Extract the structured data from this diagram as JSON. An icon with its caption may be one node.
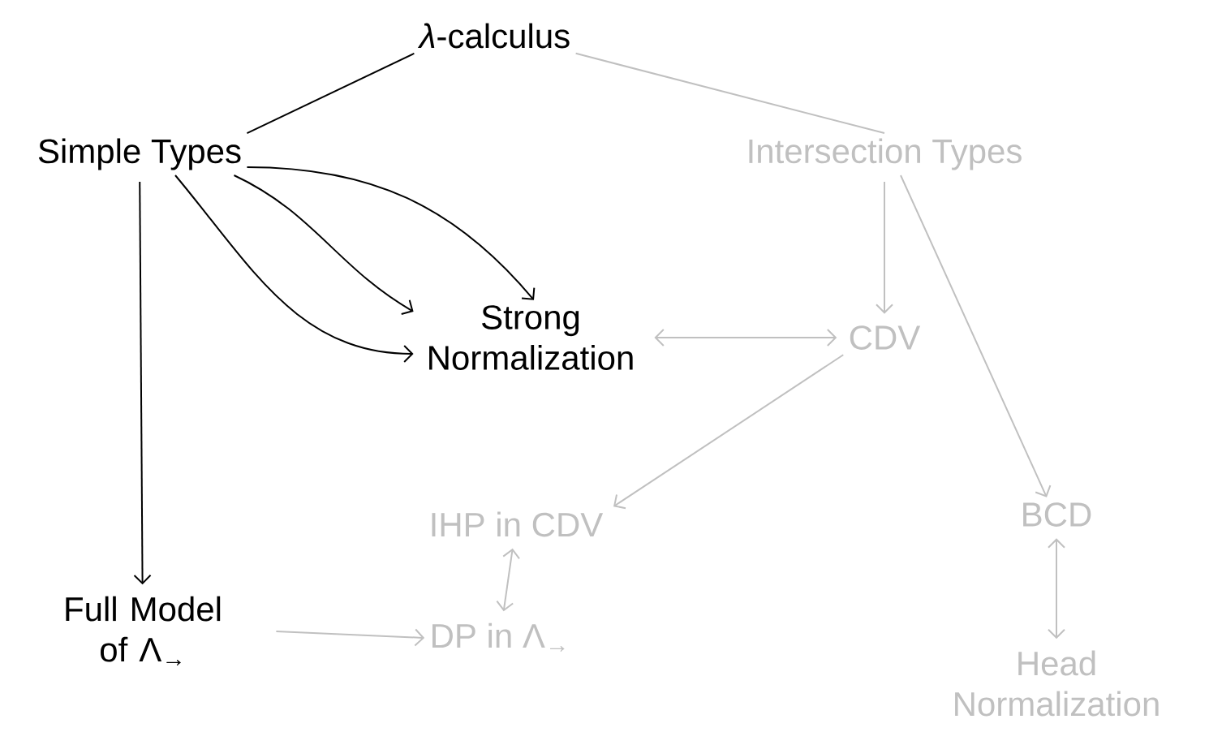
{
  "diagram": {
    "nodes": [
      {
        "text": [
          "*λ*-calculus"
        ]
      },
      {
        "text": [
          "Simple Types"
        ]
      },
      {
        "text": [
          "Intersection Types"
        ]
      },
      {
        "text": [
          "Strong Normalization"
        ]
      },
      {
        "text": [
          "CDV"
        ]
      },
      {
        "text": [
          "IHP in CDV"
        ]
      },
      {
        "text": [
          "BCD"
        ]
      },
      {
        "text": [
          "Full Model of Λ$_{→}$"
        ]
      },
      {
        "text": [
          "DP in Λ$_{→}$"
        ]
      },
      {
        "text": [
          "Head Normalization"
        ]
      }
    ],
    "edges": [
      {
        "from": 0,
        "to": 1,
        "arrow": "none",
        "color": "#000000"
      },
      {
        "from": 0,
        "to": 2,
        "arrow": "none"
      },
      {
        "from": 1,
        "to": 3,
        "arrow": "to",
        "color": "#000000"
      },
      {
        "from": 1,
        "to": 3,
        "arrow": "to",
        "color": "#000000"
      },
      {
        "from": 1,
        "to": 3,
        "arrow": "to",
        "color": "#000000"
      },
      {
        "from": 1,
        "to": 7,
        "arrow": "to",
        "color": "#000000"
      },
      {
        "from": 2,
        "to": 4,
        "arrow": "to"
      },
      {
        "from": 2,
        "to": 6,
        "arrow": "to"
      },
      {
        "from": 3,
        "to": 4,
        "arrow": "both"
      },
      {
        "from": 4,
        "to": 5,
        "arrow": "to"
      },
      {
        "from": 5,
        "to": 8,
        "arrow": "both"
      },
      {
        "from": 7,
        "to": 8,
        "arrow": "to"
      },
      {
        "from": 6,
        "to": 9,
        "arrow": "both"
      }
    ]
  }
}
